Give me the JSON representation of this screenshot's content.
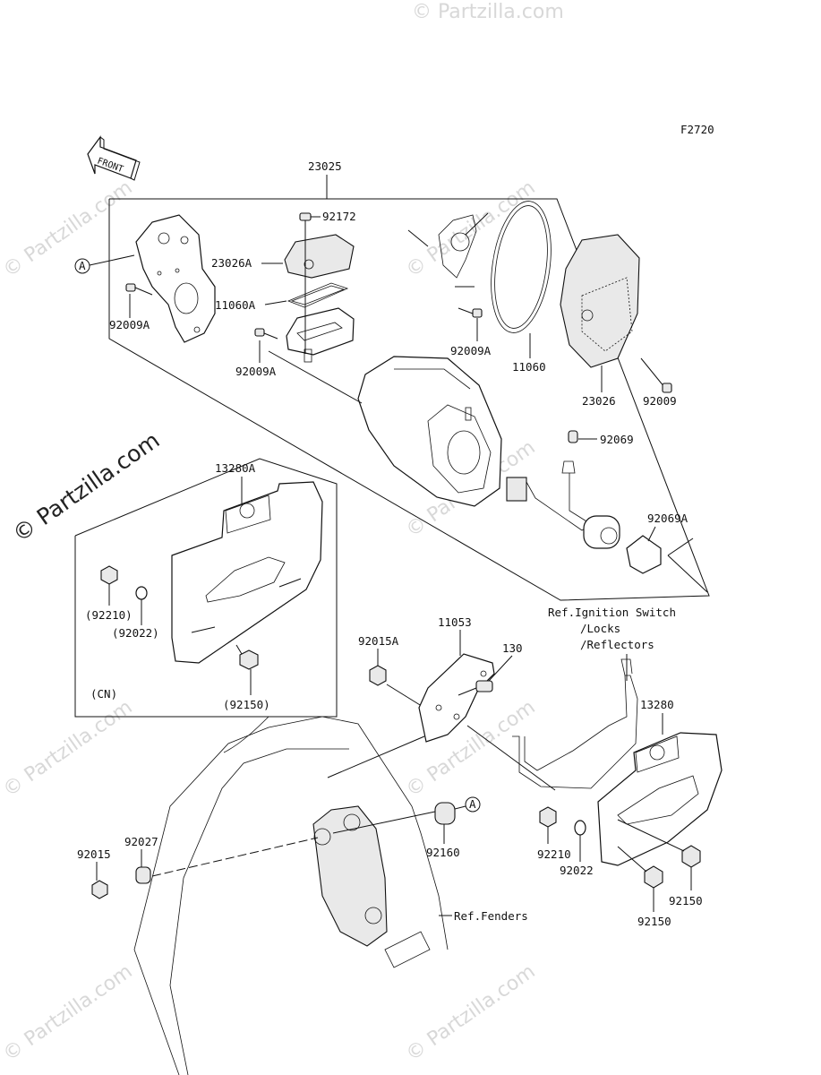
{
  "figure_code": "F2720",
  "front_arrow_text": "FRONT",
  "watermark_text": "© Partzilla.com",
  "labels": {
    "assembly": "23025",
    "screw_top": "92172",
    "cover_small": "23026A",
    "gasket_small": "11060A",
    "bracket_screw_left": "92009A",
    "bracket_screw_mid": "92009A",
    "screw_lens": "92009A",
    "gasket_large": "11060",
    "lens": "23026",
    "screw_lens_right": "92009",
    "bulb_small": "92069",
    "bulb_large": "92069A",
    "plate_cn": "13280A",
    "nut_cn": "(92210)",
    "washer_cn": "(92022)",
    "bolt_cn": "(92150)",
    "region_cn": "(CN)",
    "nut_fender": "92015A",
    "bracket": "11053",
    "bolt_130": "130",
    "plate": "13280",
    "ref_ignition_1": "Ref.Ignition Switch",
    "ref_ignition_2": "/Locks",
    "ref_ignition_3": "/Reflectors",
    "nut_left": "92015",
    "collar_left": "92027",
    "grommet": "92160",
    "nut_plate": "92210",
    "washer_plate": "92022",
    "bolt_plate_1": "92150",
    "bolt_plate_2": "92150",
    "ref_fenders": "Ref.Fenders",
    "callout_a1": "A",
    "callout_a2": "A"
  }
}
